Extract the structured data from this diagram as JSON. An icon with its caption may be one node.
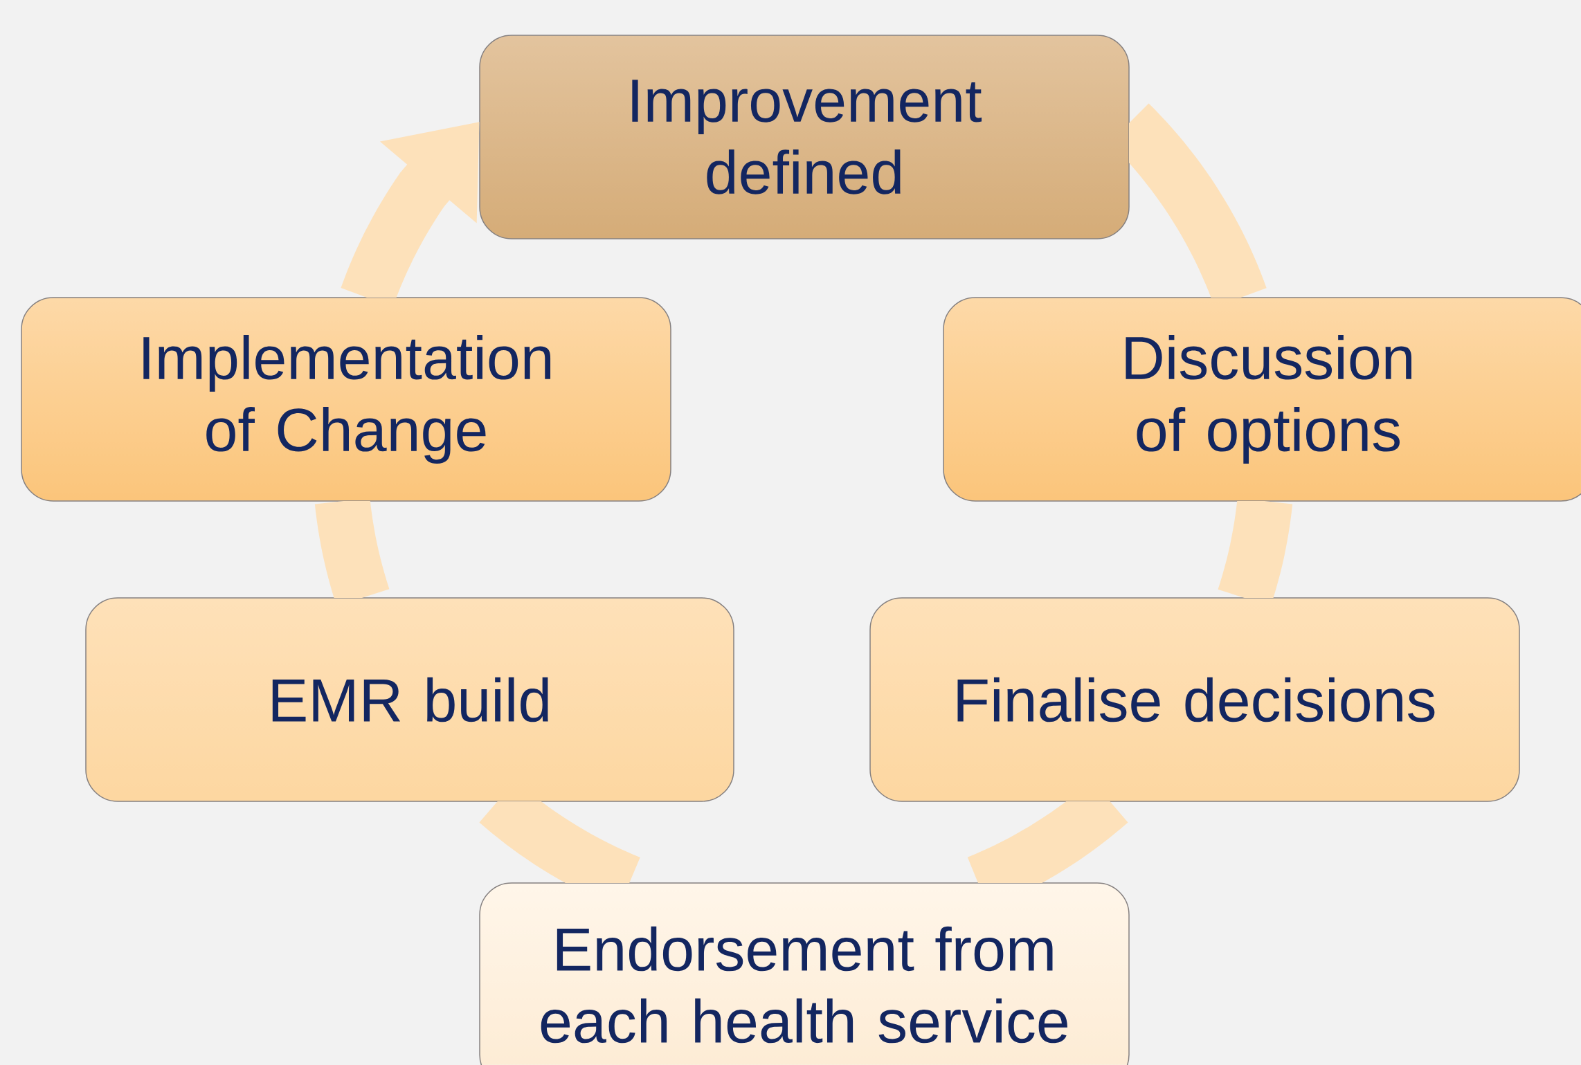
{
  "diagram": {
    "nodes": [
      {
        "text": [
          "Improvement defined"
        ]
      },
      {
        "text": [
          "Discussion of options"
        ]
      },
      {
        "text": [
          "Finalise decisions"
        ]
      },
      {
        "text": [
          "Endorsement from each health service"
        ]
      },
      {
        "text": [
          "EMR build"
        ]
      },
      {
        "text": [
          "Implementation of Change"
        ]
      }
    ],
    "edges": [
      {
        "from": 0,
        "to": 1,
        "arrow": "none"
      },
      {
        "from": 1,
        "to": 2,
        "arrow": "none"
      },
      {
        "from": 2,
        "to": 3,
        "arrow": "none"
      },
      {
        "from": 3,
        "to": 4,
        "arrow": "none"
      },
      {
        "from": 4,
        "to": 5,
        "arrow": "none"
      },
      {
        "from": 5,
        "to": 0,
        "arrow": "to"
      }
    ]
  }
}
